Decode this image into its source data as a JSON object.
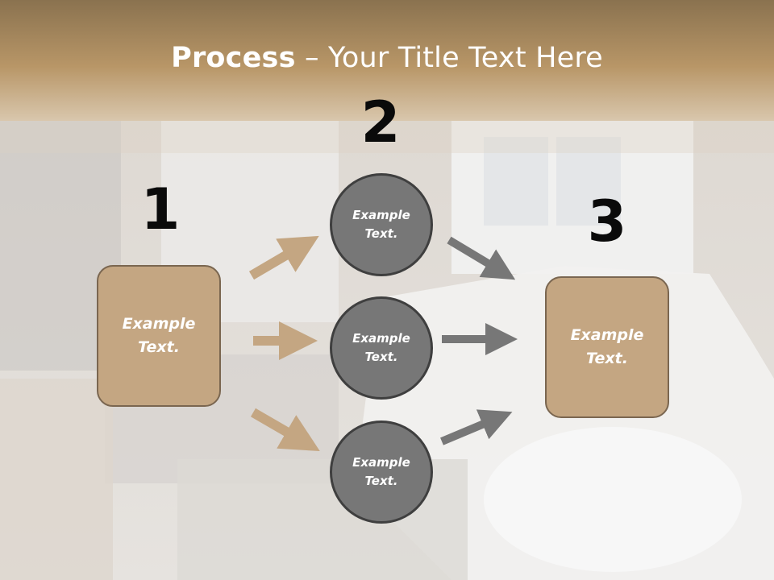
{
  "title": {
    "bold": "Process",
    "rest": " – Your Title Text Here"
  },
  "steps": {
    "one": "1",
    "two": "2",
    "three": "3"
  },
  "left_box": {
    "line1": "Example",
    "line2": "Text."
  },
  "right_box": {
    "line1": "Example",
    "line2": "Text."
  },
  "circles": [
    {
      "line1": "Example",
      "line2": "Text."
    },
    {
      "line1": "Example",
      "line2": "Text."
    },
    {
      "line1": "Example",
      "line2": "Text."
    }
  ],
  "colors": {
    "tan": "#c4a682",
    "gray": "#777777",
    "header": "#a8875d"
  }
}
